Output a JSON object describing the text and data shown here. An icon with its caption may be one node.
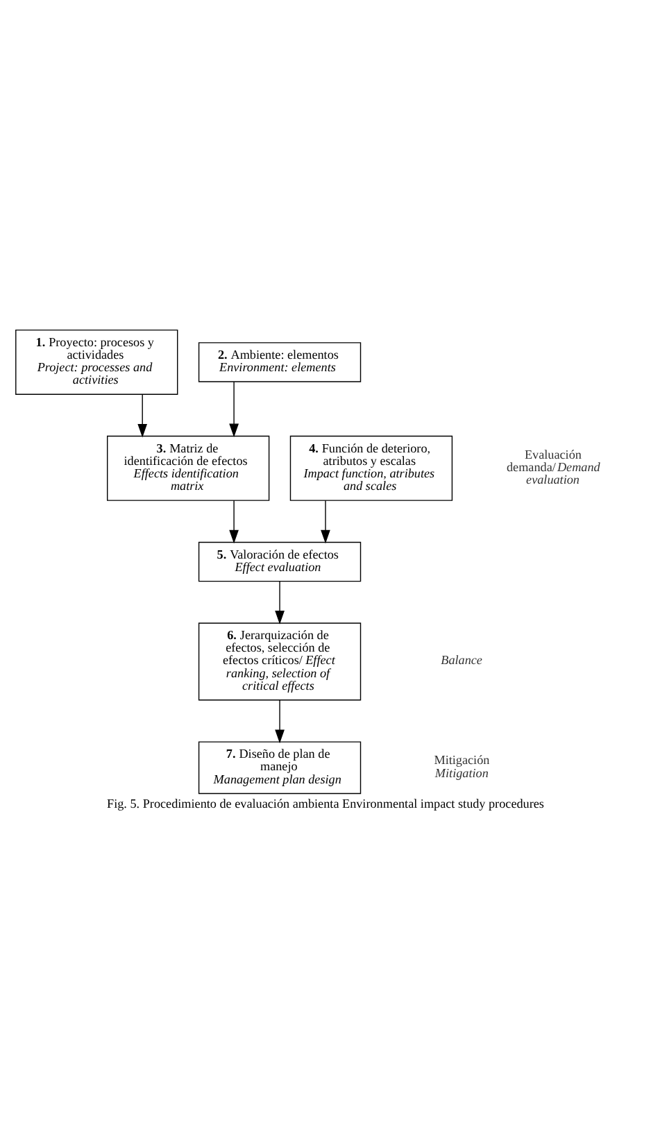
{
  "diagram": {
    "caption": "Fig. 5. Procedimiento de evaluación ambienta Environmental impact study procedures",
    "nodes": [
      {
        "text": [
          "**1.** Proyecto: procesos y actividades",
          "Project: processes and activities"
        ]
      },
      {
        "text": [
          "**2.** Ambiente: elementos",
          "Environment: elements"
        ]
      },
      {
        "text": [
          "**3.** Matriz de identificación de efectos",
          "Effects identification matrix"
        ]
      },
      {
        "text": [
          "**4.** Función de deterioro, atributos y escalas",
          "Impact function, atributes and scales"
        ]
      },
      {
        "text": [
          "**5.** Valoración de efectos",
          "Effect evaluation"
        ]
      },
      {
        "text": [
          "**6.** Jerarquización de efectos, selección de efectos críticos/*Effect ranking, selection of critical effects*"
        ]
      },
      {
        "text": [
          "**7.** Diseño de plan de manejo",
          "Management plan design"
        ]
      }
    ],
    "edges": [
      {
        "from": 0,
        "to": 2,
        "arrow": "to"
      },
      {
        "from": 1,
        "to": 2,
        "arrow": "to"
      },
      {
        "from": 2,
        "to": 4,
        "arrow": "to"
      },
      {
        "from": 3,
        "to": 4,
        "arrow": "to"
      },
      {
        "from": 4,
        "to": 5,
        "arrow": "to"
      },
      {
        "from": 5,
        "to": 6,
        "arrow": "to"
      }
    ],
    "labels": [
      "Evaluación demanda/*Demand evaluation*",
      "*Balance*",
      "Mitigación *Mitigation*"
    ]
  }
}
